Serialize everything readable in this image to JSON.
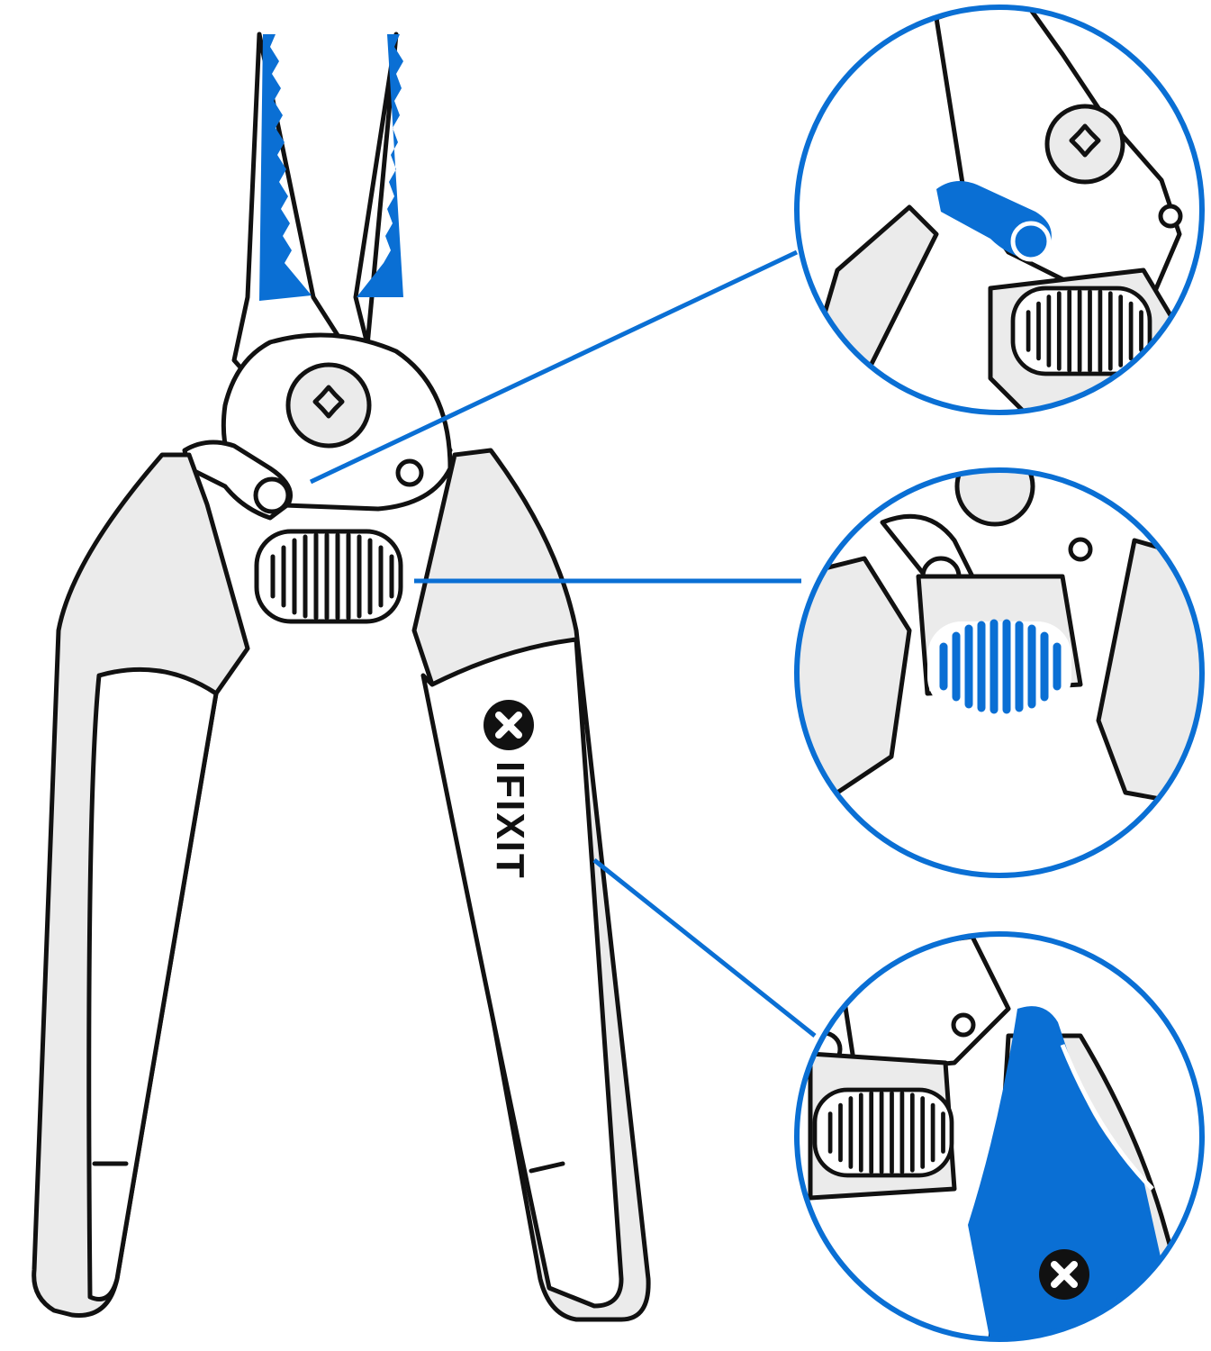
{
  "brand": {
    "wordmark": "IFIXIT"
  },
  "colors": {
    "accent": "#0a6fd4",
    "outline": "#111111",
    "handle": "#ebebeb",
    "background": "#ffffff"
  },
  "icons": [
    "screw-icon",
    "pivot-screw-icon",
    "logo-icon",
    "spring-icon",
    "latch-icon",
    "grip-icon"
  ],
  "callouts": [
    {
      "name": "latch-callout",
      "highlight": "latch"
    },
    {
      "name": "spring-callout",
      "highlight": "spring"
    },
    {
      "name": "grip-callout",
      "highlight": "handle-grip"
    }
  ]
}
